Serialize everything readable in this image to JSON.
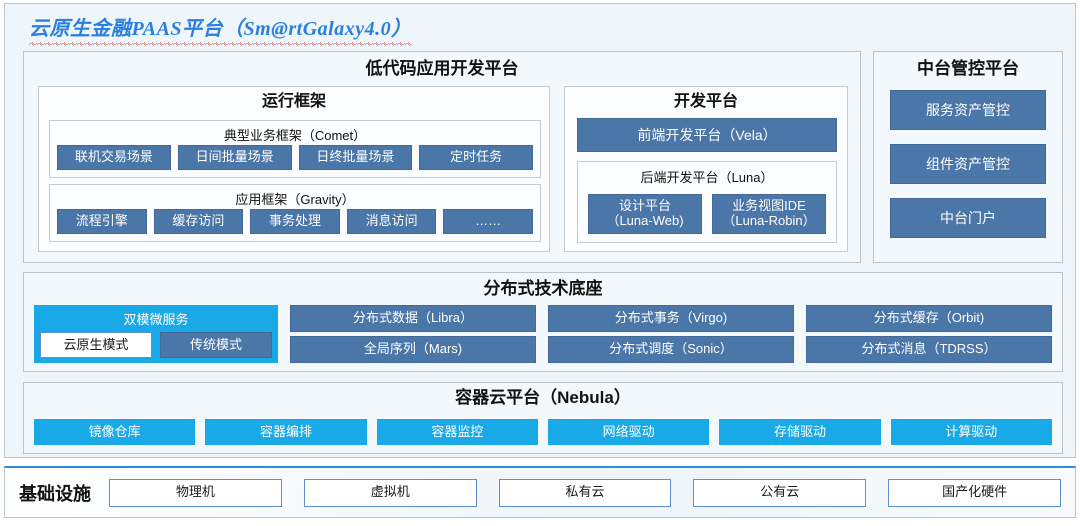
{
  "title": "云原生金融PAAS平台（Sm@rtGalaxy4.0）",
  "lowcode": {
    "heading": "低代码应用开发平台",
    "runtime": {
      "heading": "运行框架",
      "comet": {
        "heading": "典型业务框架（Comet）",
        "chips": [
          "联机交易场景",
          "日间批量场景",
          "日终批量场景",
          "定时任务"
        ]
      },
      "gravity": {
        "heading": "应用框架（Gravity）",
        "chips": [
          "流程引擎",
          "缓存访问",
          "事务处理",
          "消息访问",
          "……"
        ]
      }
    },
    "devplatform": {
      "heading": "开发平台",
      "frontend": "前端开发平台（Vela）",
      "backend": {
        "heading": "后端开发平台（Luna）",
        "chips": [
          {
            "line1": "设计平台",
            "line2": "（Luna-Web)"
          },
          {
            "line1": "业务视图IDE",
            "line2": "（Luna-Robin）"
          }
        ]
      }
    }
  },
  "zhongtai": {
    "heading": "中台管控平台",
    "chips": [
      "服务资产管控",
      "组件资产管控",
      "中台门户"
    ]
  },
  "distributed": {
    "heading": "分布式技术底座",
    "dualmode": {
      "heading": "双模微服务",
      "chips": [
        "云原生模式",
        "传统模式"
      ]
    },
    "columns": [
      [
        "分布式数据（Libra）",
        "全局序列（Mars)"
      ],
      [
        "分布式事务（Virgo)",
        "分布式调度（Sonic）"
      ],
      [
        "分布式缓存（Orbit)",
        "分布式消息（TDRSS）"
      ]
    ]
  },
  "container": {
    "heading": "容器云平台（Nebula）",
    "chips": [
      "镜像仓库",
      "容器编排",
      "容器监控",
      "网络驱动",
      "存储驱动",
      "计算驱动"
    ]
  },
  "infrastructure": {
    "label": "基础设施",
    "chips": [
      "物理机",
      "虚拟机",
      "私有云",
      "公有云",
      "国产化硬件"
    ]
  },
  "colors": {
    "accent_blue": "#4a76a8",
    "accent_cyan": "#19a9e6",
    "title_blue": "#2a7fe0",
    "spellcheck_red": "#e03a2f",
    "panel_bg": "#eef6fb"
  }
}
